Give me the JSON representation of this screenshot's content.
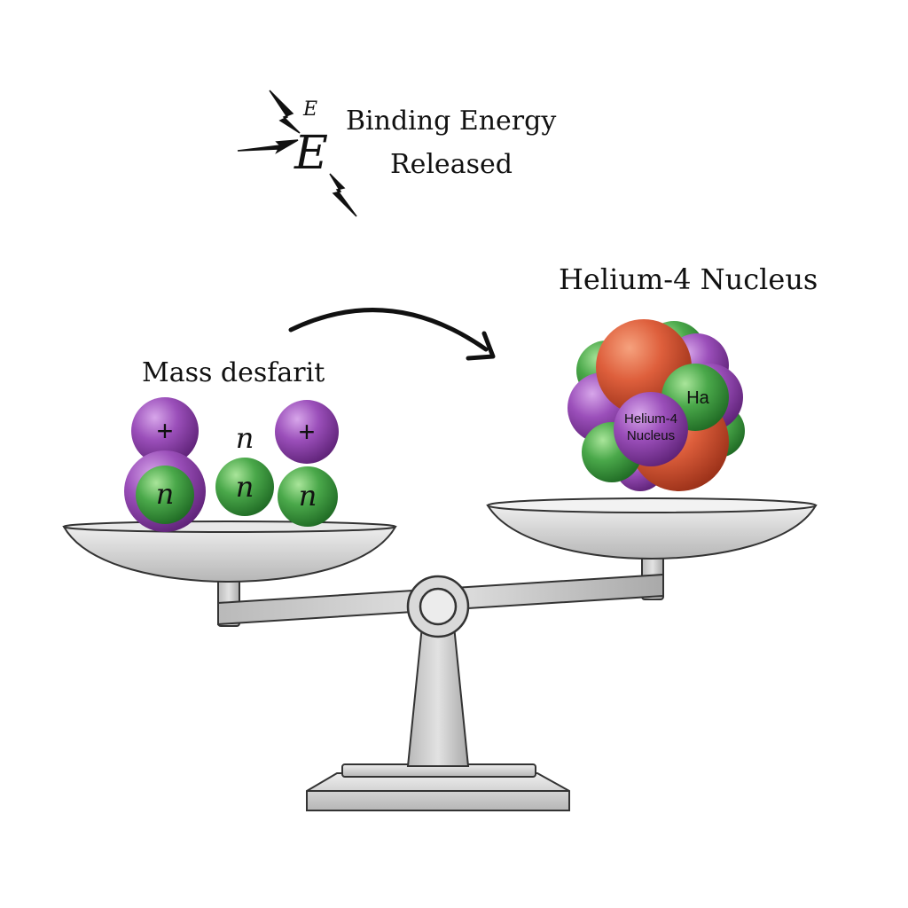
{
  "energy": {
    "symbol": "E",
    "symbol_small": "E",
    "line1": "Binding Energy",
    "line2": "Released"
  },
  "product_label": "Helium-4 Nucleus",
  "reactants_label": "Mass desfarit",
  "particles": {
    "proton_symbol": "+",
    "neutron_symbol": "n",
    "ha_label": "Ha",
    "core_line1": "Helium-4",
    "core_line2": "Nucleus"
  },
  "colors": {
    "proton": "#8e44ad",
    "neutron": "#3a9a3a",
    "red_nucleon": "#d85a3c",
    "scale": "#c8c8c8",
    "ink": "#111111"
  }
}
